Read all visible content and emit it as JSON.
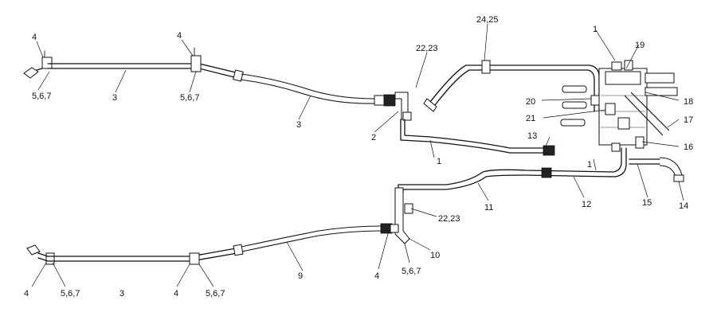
{
  "labels": {
    "upper_left_clip_4": "4",
    "upper_left_567": "5,6,7",
    "upper_tube_3": "3",
    "upper_mid_clip_4": "4",
    "upper_mid_56": "5,6,7",
    "upper_hose_3": "3",
    "upper_bracket_2223": "22,23",
    "bracket_2": "2",
    "top_2425": "24,25",
    "block_1": "1",
    "item_19": "19",
    "item_18": "18",
    "item_20": "20",
    "item_21": "21",
    "item_17": "17",
    "item_16": "16",
    "item_13": "13",
    "mid_1a": "1",
    "mid_1b": "1",
    "item_11": "11",
    "item_12": "12",
    "item_15": "15",
    "item_14": "14",
    "lower_bracket_2223": "22,23",
    "item_10": "10",
    "lower_hose_9": "9",
    "lower_bracket_4": "4",
    "lower_bracket_56": "5,6,7",
    "lower_left_4": "4",
    "lower_left_567": "5,6,7",
    "lower_mid_4": "4",
    "lower_mid_567": "5,6,7",
    "lower_tube_3": "3"
  }
}
